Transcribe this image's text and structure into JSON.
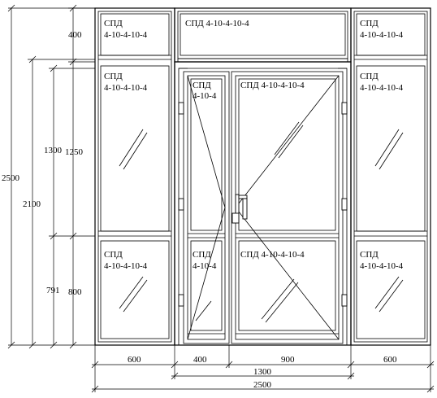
{
  "glass": {
    "top_left": [
      "СПД",
      "4-10-4-10-4"
    ],
    "top_center": "СПД 4-10-4-10-4",
    "top_right": [
      "СПД",
      "4-10-4-10-4"
    ],
    "mid_left": [
      "СПД",
      "4-10-4-10-4"
    ],
    "mid_right": [
      "СПД",
      "4-10-4-10-4"
    ],
    "door_left_top": [
      "СПД",
      "4-10-4"
    ],
    "door_right_top": "СПД 4-10-4-10-4",
    "bot_left": [
      "СПД",
      "4-10-4-10-4"
    ],
    "bot_right": [
      "СПД",
      "4-10-4-10-4"
    ],
    "door_left_bot": [
      "СПД",
      "4-10-4"
    ],
    "door_right_bot": "СПД 4-10-4-10-4"
  },
  "dims": {
    "total_height": "2500",
    "door_height": "2100",
    "top_panel": "400",
    "mid_section_outer": "1300",
    "mid_section_inner": "1250",
    "lower_outer": "791",
    "lower_inner": "800",
    "width_left": "600",
    "width_door_narrow": "400",
    "width_door_wide": "900",
    "width_right": "600",
    "width_door_total": "1300",
    "width_total": "2500"
  }
}
